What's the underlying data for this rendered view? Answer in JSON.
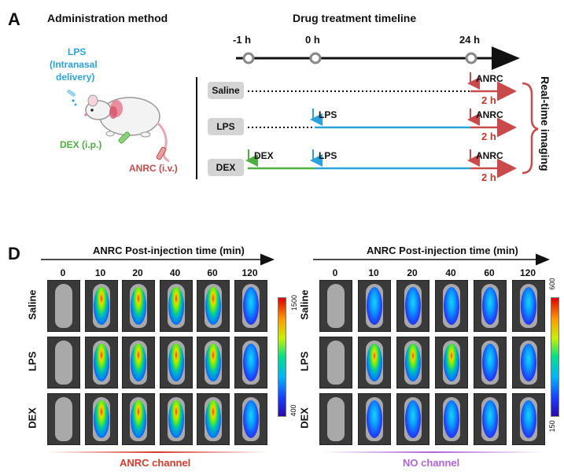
{
  "panel_a": {
    "letter": "A",
    "admin_title": "Administration method",
    "timeline_title": "Drug treatment timeline",
    "route_lps": [
      "LPS",
      "(Intranasal",
      "delivery)"
    ],
    "route_dex": "DEX (i.p.)",
    "route_anrc": "ANRC (i.v.)",
    "timepoints": [
      "-1 h",
      "0 h",
      "24 h"
    ],
    "groups": [
      {
        "name": "Saline",
        "events": [
          "ANRC"
        ],
        "duration": "2 h"
      },
      {
        "name": "LPS",
        "events": [
          "LPS",
          "ANRC"
        ],
        "duration": "2 h"
      },
      {
        "name": "DEX",
        "events": [
          "DEX",
          "LPS",
          "ANRC"
        ],
        "duration": "2 h"
      }
    ],
    "imaging_label": "Real-time imaging",
    "colors": {
      "lps": "#2aa3dc",
      "dex": "#4caf3f",
      "anrc": "#c94a4a",
      "timeline": "#111111"
    }
  },
  "panel_d": {
    "letter": "D",
    "left": {
      "axis_title": "ANRC Post-injection time (min)",
      "times": [
        "0",
        "10",
        "20",
        "40",
        "60",
        "120"
      ],
      "rows": [
        "Saline",
        "LPS",
        "DEX"
      ],
      "colorbar_max": "1500",
      "colorbar_min": "400",
      "channel": "ANRC channel",
      "channel_color": "#d63a2a"
    },
    "right": {
      "axis_title": "ANRC Post-injection time (min)",
      "times": [
        "0",
        "10",
        "20",
        "40",
        "60",
        "120"
      ],
      "rows": [
        "Saline",
        "LPS",
        "DEX"
      ],
      "colorbar_max": "600",
      "colorbar_min": "150",
      "channel": "NO channel",
      "channel_color": "#b064d8"
    }
  }
}
